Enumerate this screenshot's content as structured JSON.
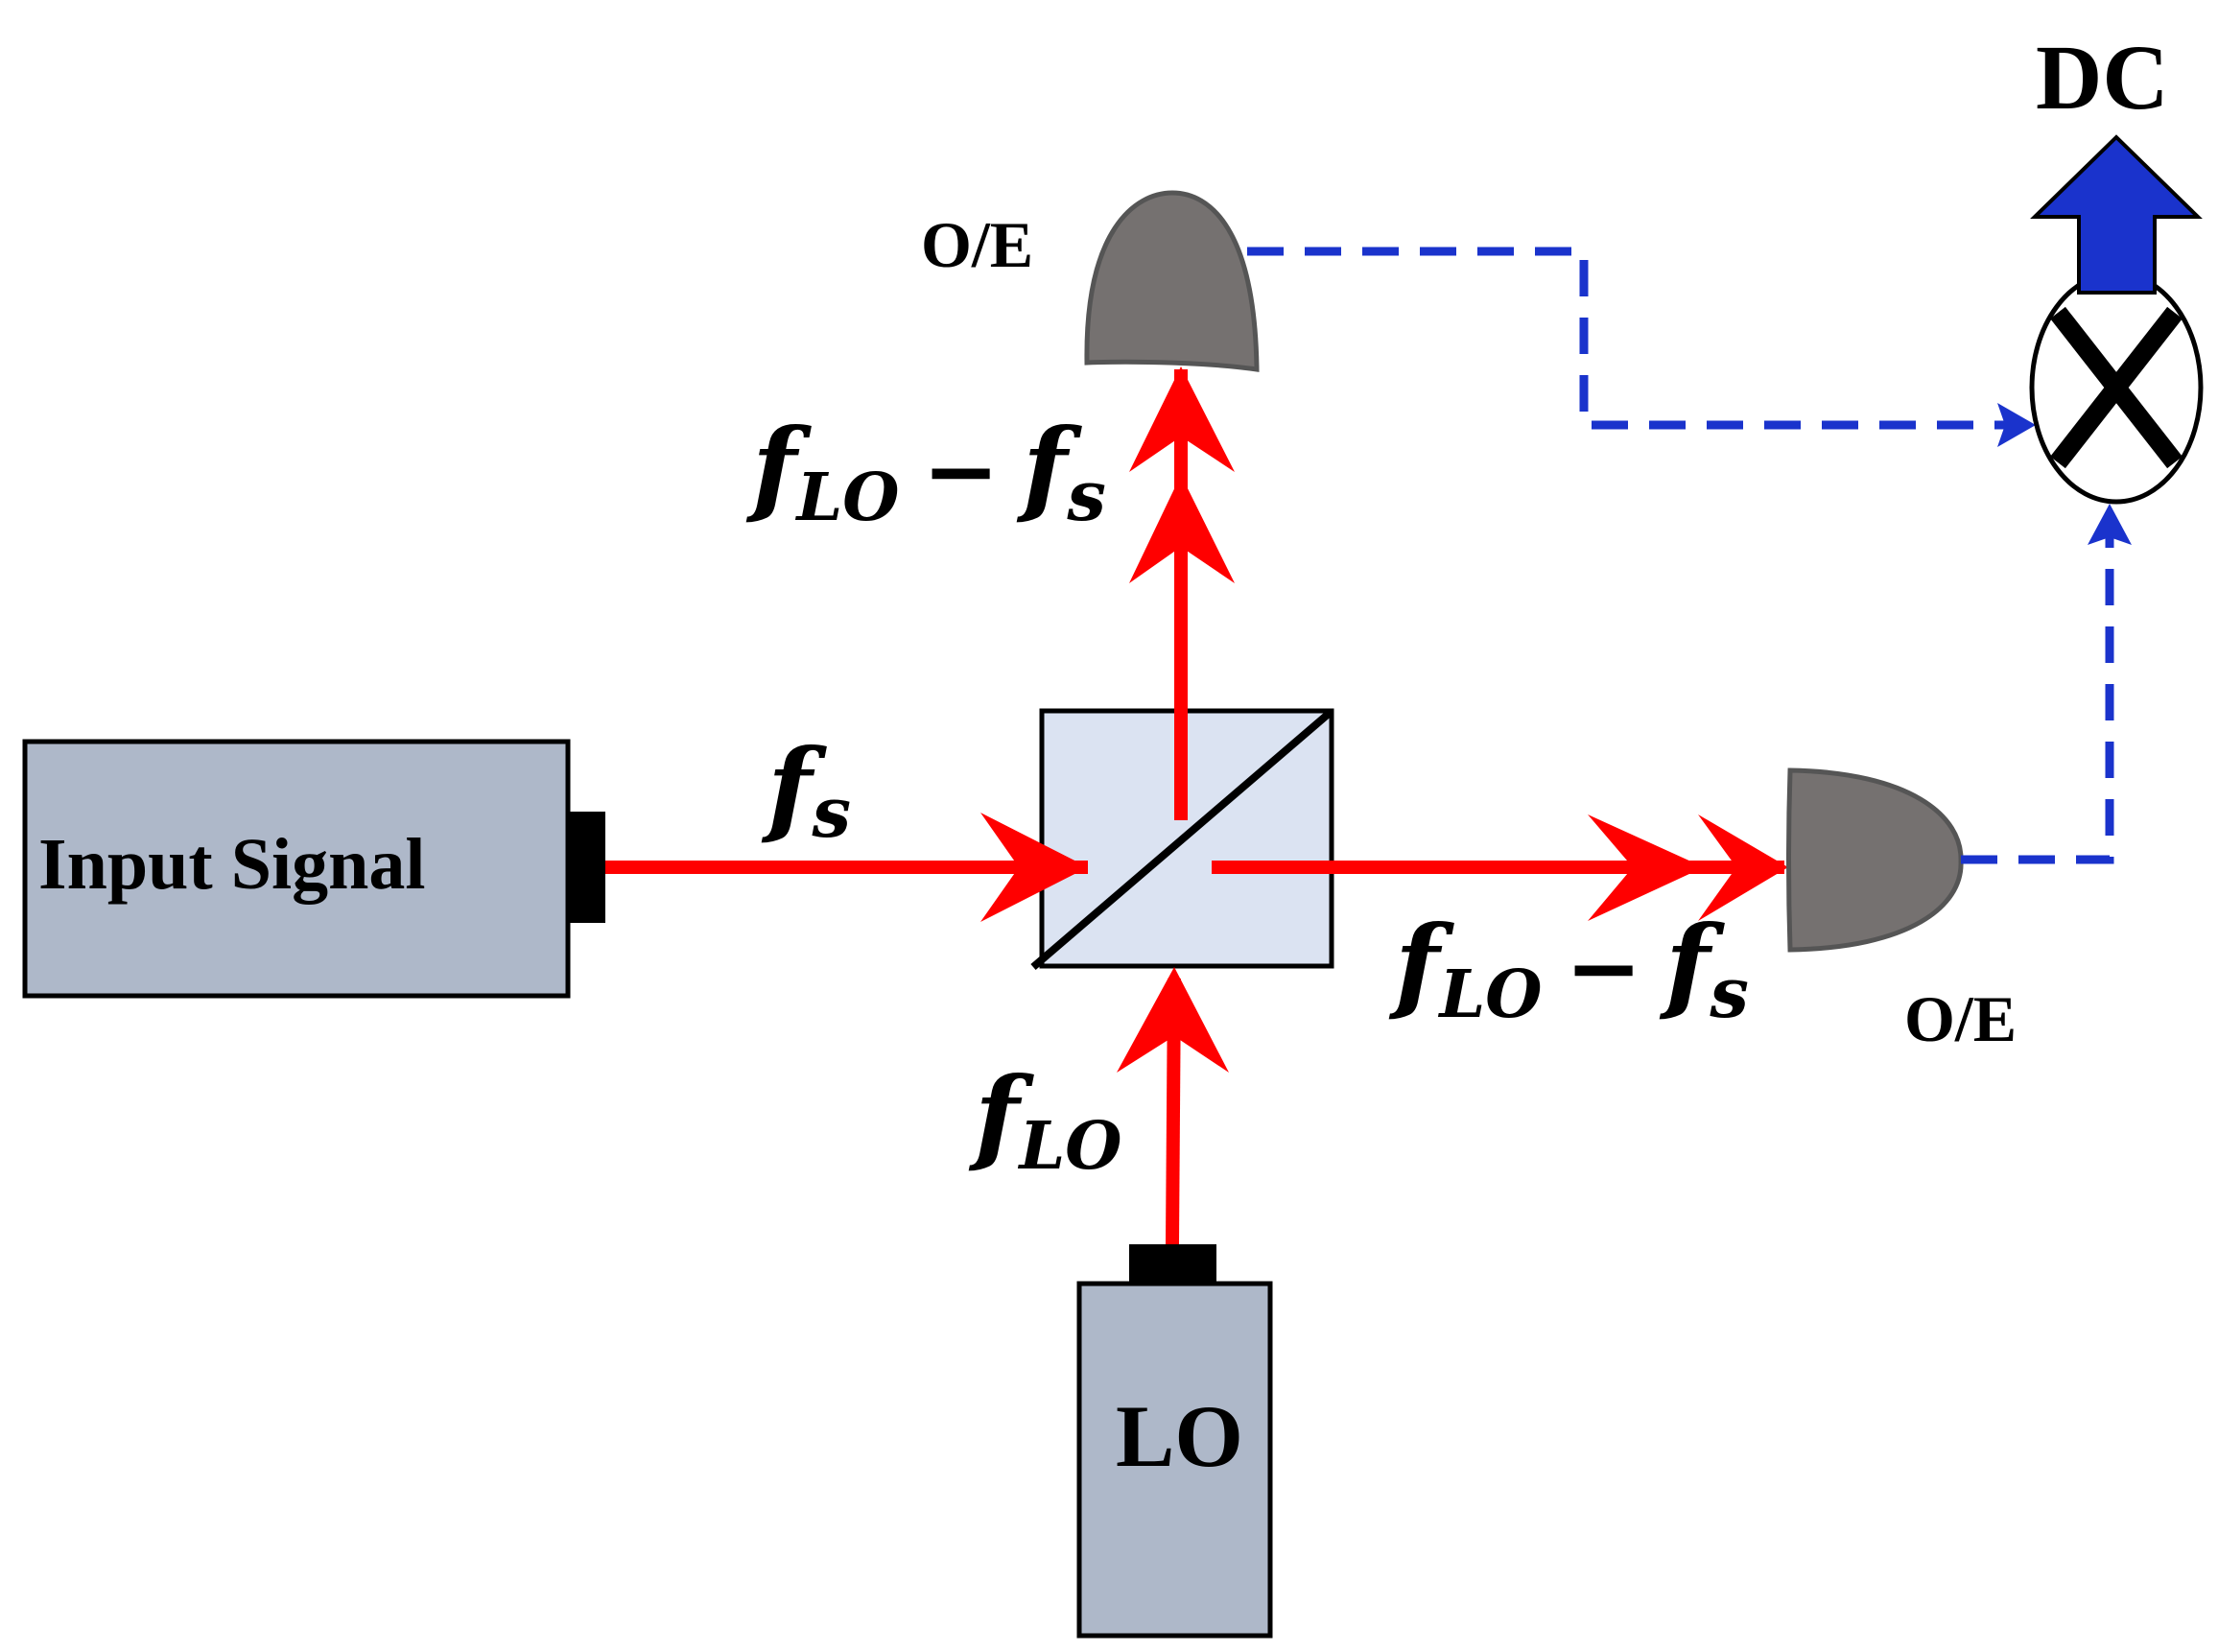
{
  "labels": {
    "input_signal": "Input Signal",
    "lo_source": "LO",
    "oe_top": "O/E",
    "oe_right": "O/E",
    "dc_output": "DC"
  },
  "beams": {
    "signal": {
      "f": "f",
      "sub": "s"
    },
    "local_oscillator": {
      "f": "f",
      "sub": "LO"
    },
    "output_top": {
      "f1": "f",
      "sub1": "LO",
      "minus": "−",
      "f2": "f",
      "sub2": "s"
    },
    "output_right": {
      "f1": "f",
      "sub1": "LO",
      "minus": "−",
      "f2": "f",
      "sub2": "s"
    }
  },
  "colors": {
    "beam": "#ff0000",
    "electrical": "#1a33cc",
    "source_fill": "#aeb8c9",
    "beam_splitter_fill": "#dbe3f2",
    "detector_fill": "#757170",
    "dc_arrow_fill": "#1a33cc"
  },
  "icons": {
    "mixer": "multiply-x-icon",
    "dc_arrow": "arrow-up-icon",
    "detector": "photodetector-icon"
  }
}
